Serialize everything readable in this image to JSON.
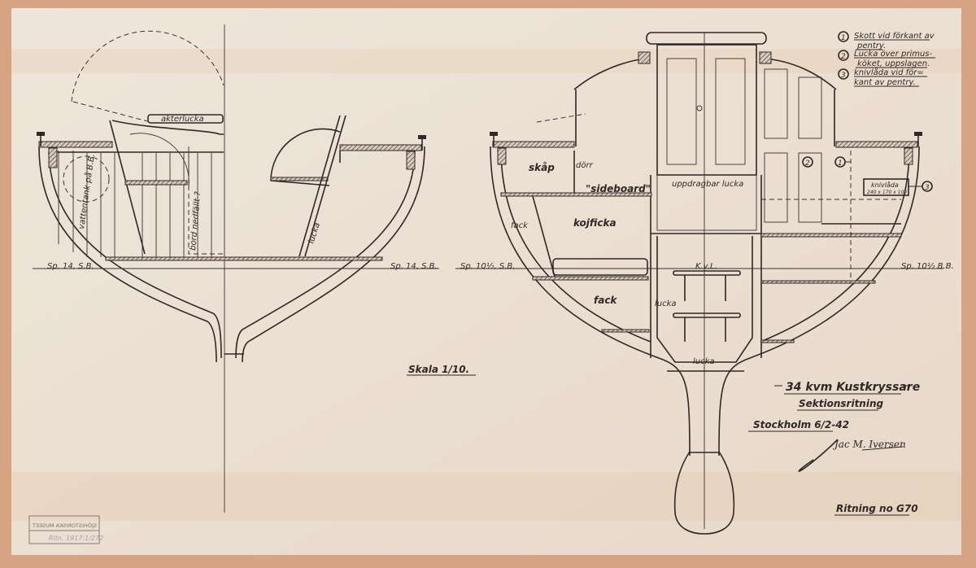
{
  "drawing": {
    "title": "34 kvm Kustkryssare",
    "subtitle": "Sektionsritning",
    "place_date": "Stockholm 6/2-42",
    "signature": "Jac M. Iversen",
    "drawing_number": "Ritning no G70",
    "scale": "Skala 1/10."
  },
  "notes": [
    {
      "num": "1",
      "text_line1": "Skott vid förkant av",
      "text_line2": "pentry."
    },
    {
      "num": "2",
      "text_line1": "Lucka över primus-",
      "text_line2": "köket, uppslagen."
    },
    {
      "num": "3",
      "text_line1": "knivlåda vid för=",
      "text_line2": "kant av pentry."
    }
  ],
  "left_section": {
    "labels": {
      "akterlucka": "akterlucka",
      "vattentank": "vattentank på B.B.",
      "bord": "bord nedfällt ?",
      "lucka": "lucka",
      "station_left": "Sp. 14, S.B.",
      "station_right": "Sp. 14, S.B."
    }
  },
  "right_section": {
    "labels": {
      "skap": "skåp",
      "dorr": "dörr",
      "sideboard": "\"sideboard\"",
      "uppdragbar": "uppdragbar lucka",
      "fack1": "fack",
      "kojficka": "kojficka",
      "fack2": "fack",
      "lucka_side": "lucka",
      "kvl": "K.v.L.",
      "lucka_bottom": "lucka",
      "knivlada": "knivlåda",
      "knivlada_dim": "240 x 170 x 100",
      "station_left": "Sp. 10½, S.B.",
      "station_right": "Sp. 10½ B.B.",
      "callout_1": "1",
      "callout_2": "2",
      "callout_3": "3"
    }
  },
  "stamp": {
    "line1": "SJÖHISTORISKA MUSEET",
    "line2": "Ritn. 1917:1/272"
  }
}
